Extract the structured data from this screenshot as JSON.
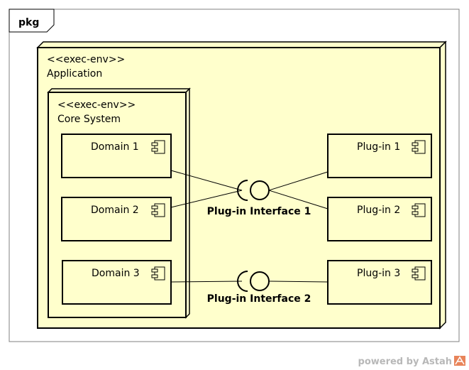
{
  "frame": {
    "label": "pkg"
  },
  "application": {
    "stereotype": "<<exec-env>>",
    "name": "Application"
  },
  "core_system": {
    "stereotype": "<<exec-env>>",
    "name": "Core System"
  },
  "domains": [
    "Domain 1",
    "Domain 2",
    "Domain 3"
  ],
  "plugins": [
    "Plug-in 1",
    "Plug-in 2",
    "Plug-in 3"
  ],
  "interfaces": [
    "Plug-in Interface 1",
    "Plug-in Interface 2"
  ],
  "branding": {
    "text": "powered by Astah"
  },
  "colors": {
    "node_fill": "#ffffcc",
    "stroke": "#000000",
    "frame_border": "#808080",
    "brand_gray": "#b8b8b8",
    "brand_orange": "#e8845a"
  }
}
